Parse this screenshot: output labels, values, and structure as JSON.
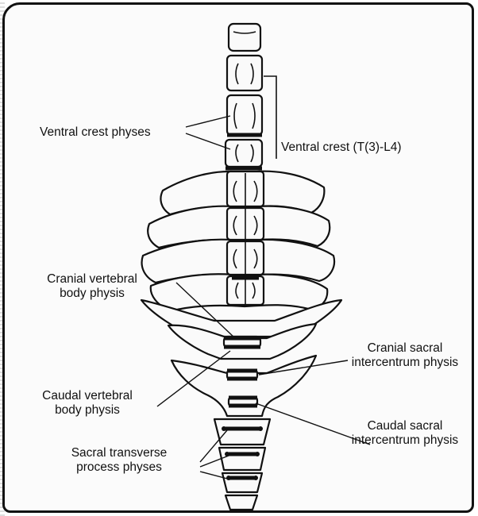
{
  "labels": {
    "ventral_crest_physes": "Ventral crest physes",
    "ventral_crest": "Ventral crest (T(3)-L4)",
    "cranial_vertebral_1": "Cranial vertebral",
    "cranial_vertebral_2": "body physis",
    "caudal_vertebral_1": "Caudal vertebral",
    "caudal_vertebral_2": "body physis",
    "sacral_transverse_1": "Sacral transverse",
    "sacral_transverse_2": "process physes",
    "cranial_sacral_1": "Cranial sacral",
    "cranial_sacral_2": "intercentrum physis",
    "caudal_sacral_1": "Caudal sacral",
    "caudal_sacral_2": "intercentrum physis"
  }
}
